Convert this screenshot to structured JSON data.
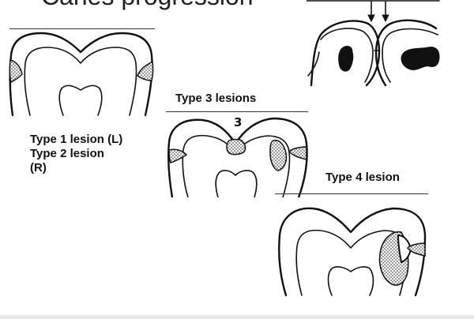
{
  "slide": {
    "title": "Caries progression",
    "captions": {
      "type3": "Type 3 lesions",
      "type1": "Type 1 lesion (L)",
      "type2_line1": "Type 2 lesion",
      "type2_line2": "(R)",
      "type4": "Type 4 lesion"
    },
    "figure_number": "3"
  }
}
